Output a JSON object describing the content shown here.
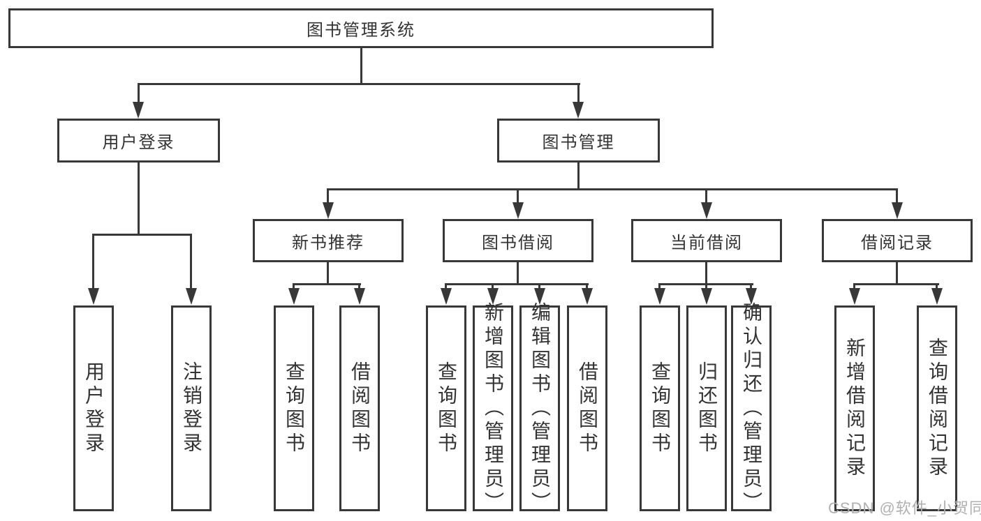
{
  "diagram": {
    "nodes": {
      "root": "图书管理系统",
      "user_login": "用户登录",
      "book_mgmt": "图书管理",
      "new_book_rec": "新书推荐",
      "book_borrow": "图书借阅",
      "current_borrow": "当前借阅",
      "borrow_records": "借阅记录",
      "leaf_user_login": "用户登录",
      "leaf_logout": "注销登录",
      "leaf_query_books_a": "查询图书",
      "leaf_borrow_books_a": "借阅图书",
      "leaf_query_books_b": "查询图书",
      "leaf_add_book_admin": "新增图书（管理员）",
      "leaf_edit_book_admin": "编辑图书（管理员）",
      "leaf_borrow_books_b": "借阅图书",
      "leaf_query_books_c": "查询图书",
      "leaf_return_books": "归还图书",
      "leaf_confirm_return_admin": "确认归还（管理员）",
      "leaf_add_borrow_record": "新增借阅记录",
      "leaf_query_borrow_record": "查询借阅记录"
    },
    "hierarchy": {
      "图书管理系统": {
        "用户登录": [
          "用户登录",
          "注销登录"
        ],
        "图书管理": {
          "新书推荐": [
            "查询图书",
            "借阅图书"
          ],
          "图书借阅": [
            "查询图书",
            "新增图书（管理员）",
            "编辑图书（管理员）",
            "借阅图书"
          ],
          "当前借阅": [
            "查询图书",
            "归还图书",
            "确认归还（管理员）"
          ],
          "借阅记录": [
            "新增借阅记录",
            "查询借阅记录"
          ]
        }
      }
    },
    "colors": {
      "line": "#383838",
      "text": "#333333",
      "box_background": "#ffffff",
      "watermark": "#b0b0b0"
    }
  },
  "watermark": {
    "text": "CSDN @软件_小贺同学"
  }
}
